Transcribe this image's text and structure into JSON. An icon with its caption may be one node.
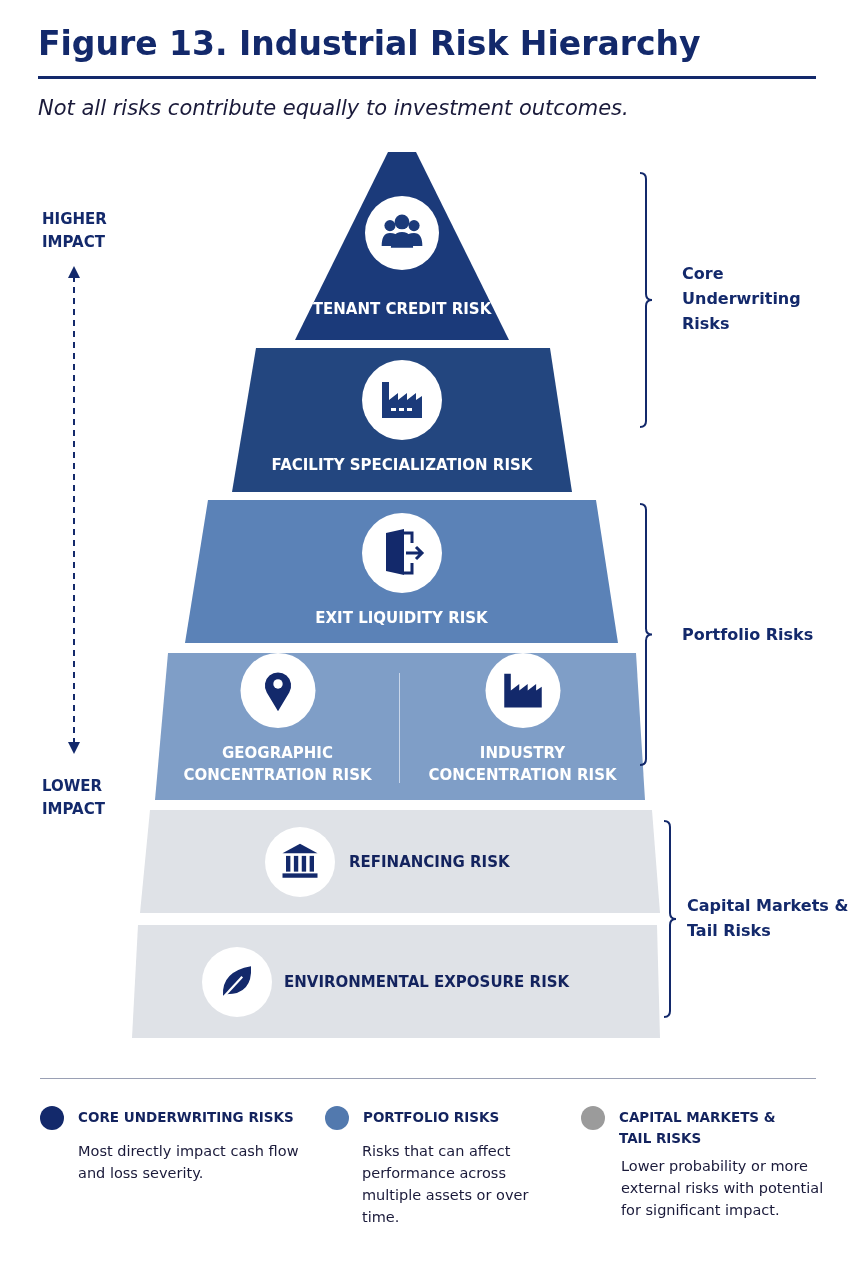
{
  "diagram": {
    "title": "Figure 13. Industrial Risk Hierarchy",
    "caption": "Not all risks contribute equally to investment outcomes.",
    "nodes": [
      {
        "text": [
          "TENANT CREDIT RISK"
        ]
      },
      {
        "text": [
          "FACILITY SPECIALIZATION RISK"
        ]
      },
      {
        "text": [
          "EXIT LIQUIDITY RISK"
        ]
      },
      {
        "text": [],
        "shape": "band"
      },
      {
        "text": [
          "GEOGRAPHIC CONCENTRATION RISK"
        ],
        "in": 3
      },
      {
        "text": [
          "INDUSTRY CONCENTRATION RISK"
        ],
        "in": 3
      },
      {
        "text": [
          "REFINANCING RISK"
        ]
      },
      {
        "text": [
          "ENVIRONMENTAL EXPOSURE RISK"
        ]
      }
    ],
    "edges": [],
    "labels": [
      "HIGHER IMPACT",
      "Core Underwriting Risks",
      "Portfolio Risks",
      "LOWER IMPACT",
      "Capital Markets & Tail Risks",
      "Most directly impact cash flow and loss severity.",
      "Risks that can affect performance across multiple assets or over time.",
      "Lower probability or more external risks with potential for significant impact."
    ],
    "legend": [
      {
        "text": "CORE UNDERWRITING RISKS",
        "color": "#13296b"
      },
      {
        "text": "PORTFOLIO RISKS",
        "color": "#5279ae"
      },
      {
        "text": "CAPITAL MARKETS & TAIL RISKS",
        "color": "#9b9b9b"
      }
    ]
  }
}
